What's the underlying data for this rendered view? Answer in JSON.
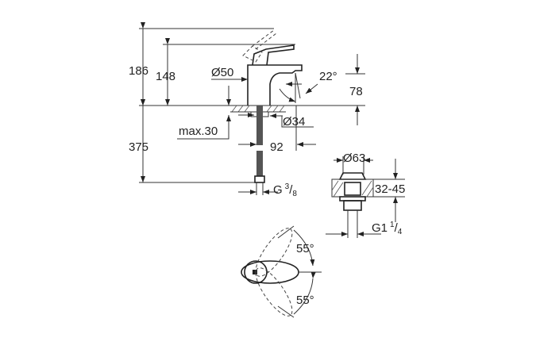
{
  "dimensions": {
    "total_height": "186",
    "spout_height": "148",
    "body_diameter": "Ø50",
    "spout_angle": "22°",
    "spout_outlet_height": "78",
    "hole_diameter": "Ø34",
    "max_deck_thickness": "max.30",
    "hose_length": "375",
    "projection": "92",
    "hose_thread_main": "G",
    "hose_thread_num": "3",
    "hose_thread_den": "8",
    "drain_cap_diameter": "Ø63",
    "drain_deck_range": "32-45",
    "drain_thread_main": "G1",
    "drain_thread_num": "1",
    "drain_thread_den": "4",
    "lever_angle_up": "55°",
    "lever_angle_down": "55°"
  }
}
